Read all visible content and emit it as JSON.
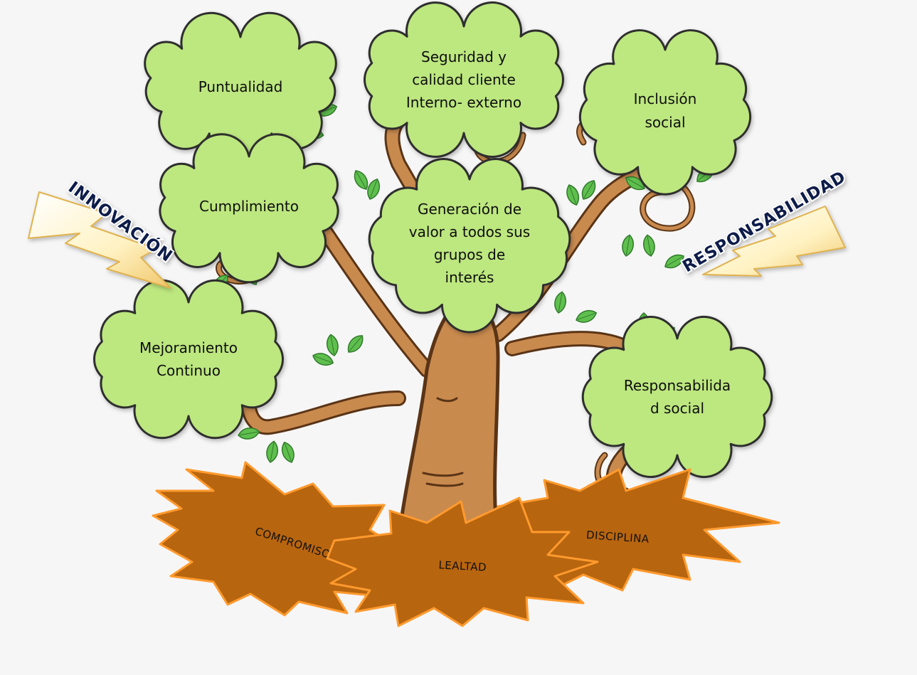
{
  "clouds": [
    {
      "id": "puntualidad",
      "lines": [
        "Puntualidad"
      ]
    },
    {
      "id": "seguridad",
      "lines": [
        "Seguridad y",
        "calidad cliente",
        "Interno- externo"
      ]
    },
    {
      "id": "inclusion",
      "lines": [
        "Inclusión",
        "social"
      ]
    },
    {
      "id": "cumplimiento",
      "lines": [
        "Cumplimiento"
      ]
    },
    {
      "id": "generacion",
      "lines": [
        "Generación de",
        "valor a todos sus",
        "grupos de",
        "interés"
      ]
    },
    {
      "id": "mejoramiento",
      "lines": [
        "Mejoramiento",
        "Continuo"
      ]
    },
    {
      "id": "responsabilidad-social",
      "lines": [
        "Responsabilida",
        "d social"
      ]
    }
  ],
  "roots": [
    {
      "id": "compromiso",
      "label": "COMPROMISO"
    },
    {
      "id": "lealtad",
      "label": "LEALTAD"
    },
    {
      "id": "disciplina",
      "label": "DISCIPLINA"
    }
  ],
  "bolts": [
    {
      "id": "innovacion",
      "label": "INNOVACIÓN"
    },
    {
      "id": "responsabilidad",
      "label": "RESPONSABILIDAD"
    }
  ],
  "colors": {
    "cloud_fill": "#bde77f",
    "cloud_stroke": "#2f2f2f",
    "trunk_fill": "#c98a4e",
    "trunk_stroke": "#5a3416",
    "leaf_fill": "#5fbf4e",
    "badge_fill": "#b8650f",
    "badge_stroke": "#ff9a2e",
    "bolt_fill": "#fff2c2",
    "label_text": "#0d1a4a"
  }
}
